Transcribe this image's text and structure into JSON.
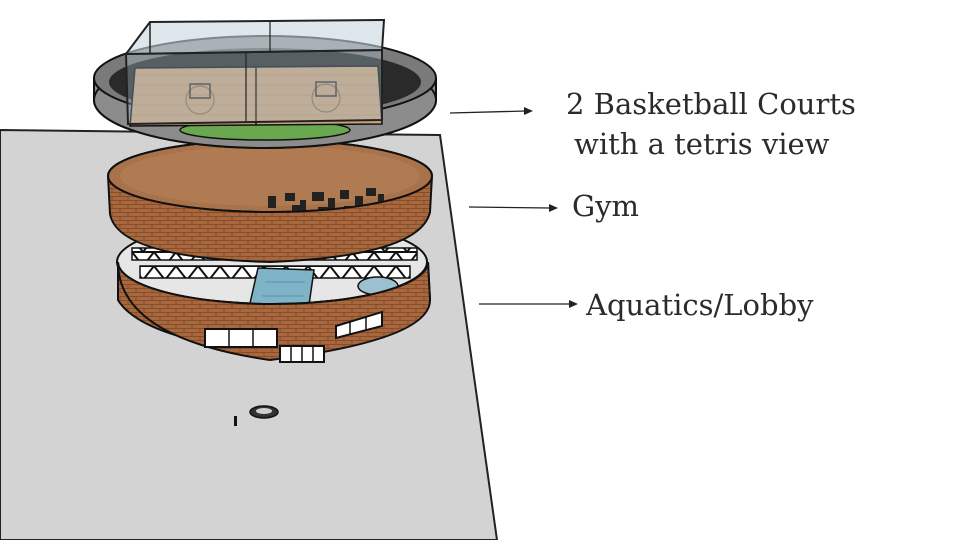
{
  "labels": {
    "courts_line1": "2 Basketball Courts",
    "courts_line2": "with a tetris view",
    "gym": "Gym",
    "aquatics_lobby": "Aquatics/Lobby"
  },
  "colors": {
    "ground": "#d3d3d3",
    "brick": "#a8673d",
    "brick_dark": "#7a4527",
    "court_floor": "#c9a27a",
    "turf": "#6aa84f",
    "glass": "#a9c4d1",
    "pool": "#7fb3c8",
    "roof_dark": "#2a2a2a"
  }
}
